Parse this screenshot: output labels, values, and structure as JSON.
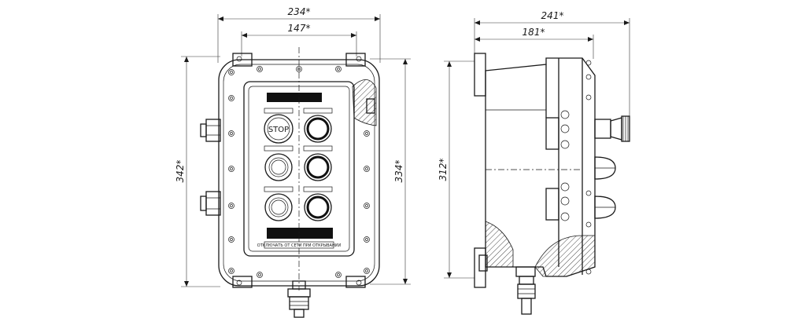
{
  "front_view": {
    "dim_width_outer": "234*",
    "dim_width_inner": "147*",
    "dim_height_outer": "342*",
    "dim_height_inner": "334*",
    "stop_button_label": "STOP",
    "warning_plate_text": "ОТКЛЮЧАТЬ ОТ СЕТИ ПРИ ОТКРЫВАНИИ"
  },
  "side_view": {
    "dim_depth_outer": "241*",
    "dim_depth_inner": "181*",
    "dim_height": "312*"
  }
}
